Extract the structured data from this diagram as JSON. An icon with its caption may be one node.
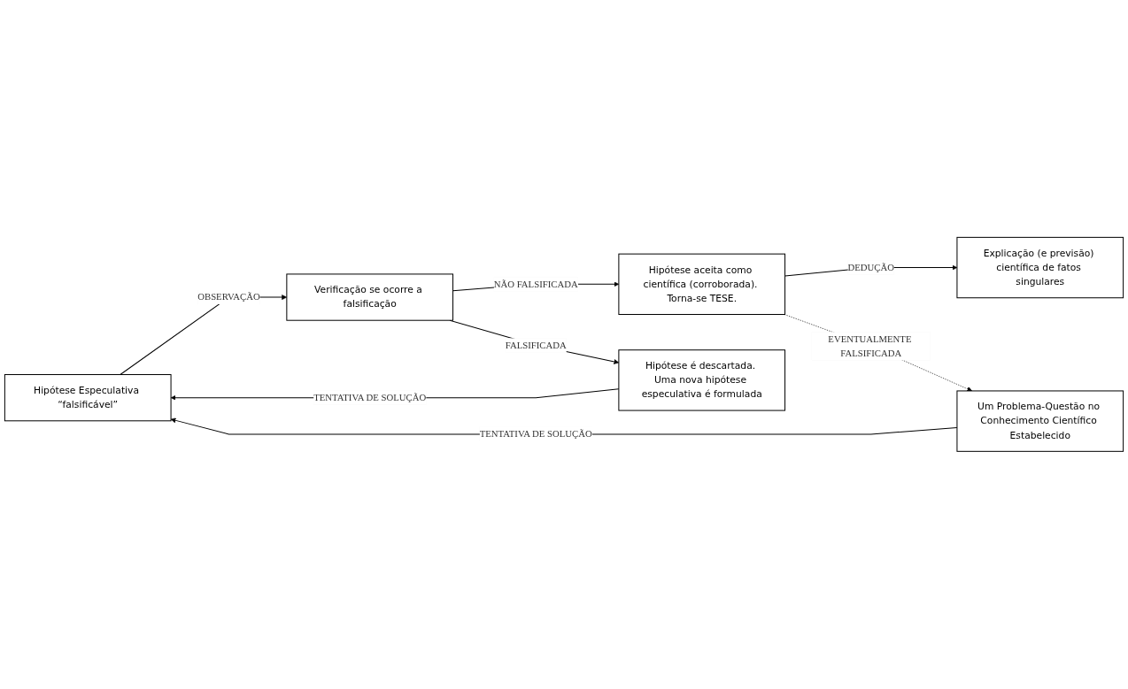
{
  "diagram": {
    "nodes": [
      {
        "text": [
          "Hipótese Especulativa “falsificável”"
        ]
      },
      {
        "text": [
          "Verificação se ocorre a falsificação"
        ]
      },
      {
        "text": [
          "Hipótese aceita como científica (corroborada). Torna-se TESE."
        ]
      },
      {
        "text": [
          "Explicação (e previsão) científica de fatos singulares"
        ]
      },
      {
        "text": [
          "Hipótese é descartada. Uma nova hipótese especulativa é formulada"
        ]
      },
      {
        "text": [
          "Um Problema-Questão no Conhecimento Científico Estabelecido"
        ]
      }
    ],
    "edges": [
      {
        "from": 0,
        "to": 1,
        "arrow": "to",
        "label": "OBSERVAÇÃO"
      },
      {
        "from": 1,
        "to": 2,
        "arrow": "to",
        "label": "NÃO FALSIFICADA"
      },
      {
        "from": 2,
        "to": 3,
        "arrow": "to",
        "label": "DEDUÇÃO"
      },
      {
        "from": 1,
        "to": 4,
        "arrow": "to",
        "label": "FALSIFICADA"
      },
      {
        "from": 4,
        "to": 0,
        "arrow": "to",
        "label": "TENTATIVA DE SOLUÇÃO"
      },
      {
        "from": 2,
        "to": 5,
        "arrow": "to",
        "label": "EVENTUALMENTE FALSIFICADA",
        "style": "dashed"
      },
      {
        "from": 5,
        "to": 0,
        "arrow": "to",
        "label": "TENTATIVA DE SOLUÇÃO"
      }
    ]
  }
}
